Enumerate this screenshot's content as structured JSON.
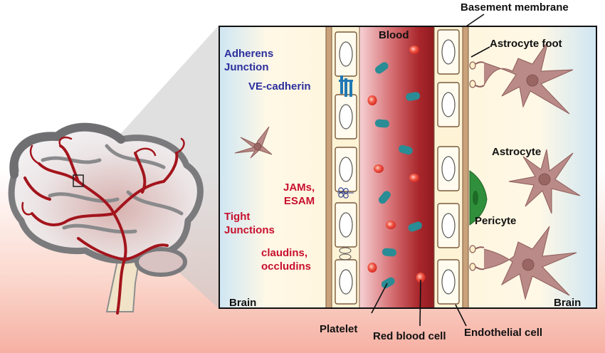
{
  "labels": {
    "basement_membrane": "Basement membrane",
    "blood": "Blood",
    "astrocyte_foot": "Astrocyte foot",
    "adherens_junction": "Adherens\nJunction",
    "ve_cadherin": "VE-cadherin",
    "jams_esam": "JAMs,\nESAM",
    "tight_junctions": "Tight\nJunctions",
    "claudins_occludins": "claudins,\noccludins",
    "astrocyte": "Astrocyte",
    "pericyte": "Pericyte",
    "brain_left": "Brain",
    "brain_right": "Brain",
    "platelet": "Platelet",
    "red_blood_cell": "Red blood cell",
    "endothelial_cell": "Endothelial cell"
  },
  "colors": {
    "adherens_text": "#2b2f9e",
    "tight_text": "#c8102e",
    "vessel_dark": "#9c1f24",
    "platelet": "#2a8c95",
    "rbc": "#e8322d",
    "astrocyte": "#b98a87",
    "pericyte": "#2f8f3a",
    "membrane": "#c9a27b"
  }
}
